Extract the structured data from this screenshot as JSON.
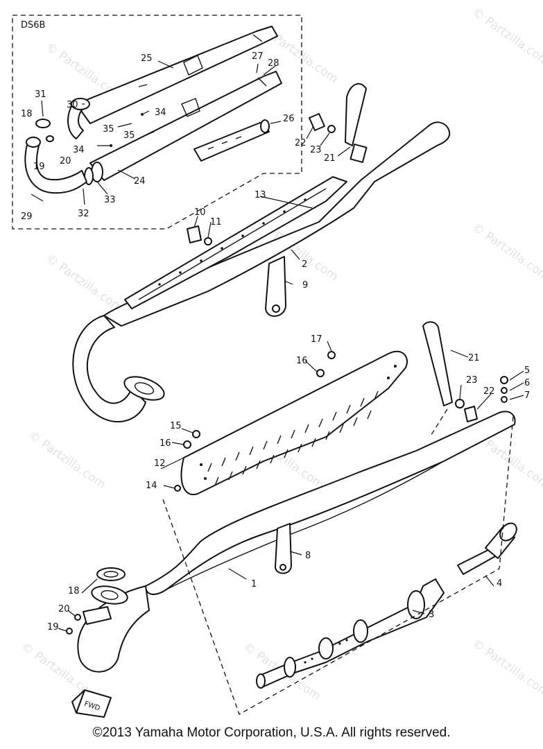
{
  "inset_label": "DS6B",
  "callouts": [
    "1",
    "2",
    "3",
    "4",
    "5",
    "6",
    "7",
    "8",
    "9",
    "10",
    "11",
    "12",
    "13",
    "14",
    "15",
    "16",
    "17",
    "18",
    "19",
    "20",
    "21",
    "22",
    "23",
    "24",
    "25",
    "26",
    "27",
    "28",
    "29",
    "30",
    "31",
    "32",
    "33",
    "34",
    "35"
  ],
  "fwd_label": "FWD",
  "watermarks": [
    "© Partzilla.com"
  ],
  "copyright": "©2013  Yamaha Motor Corporation, U.S.A. All rights reserved."
}
